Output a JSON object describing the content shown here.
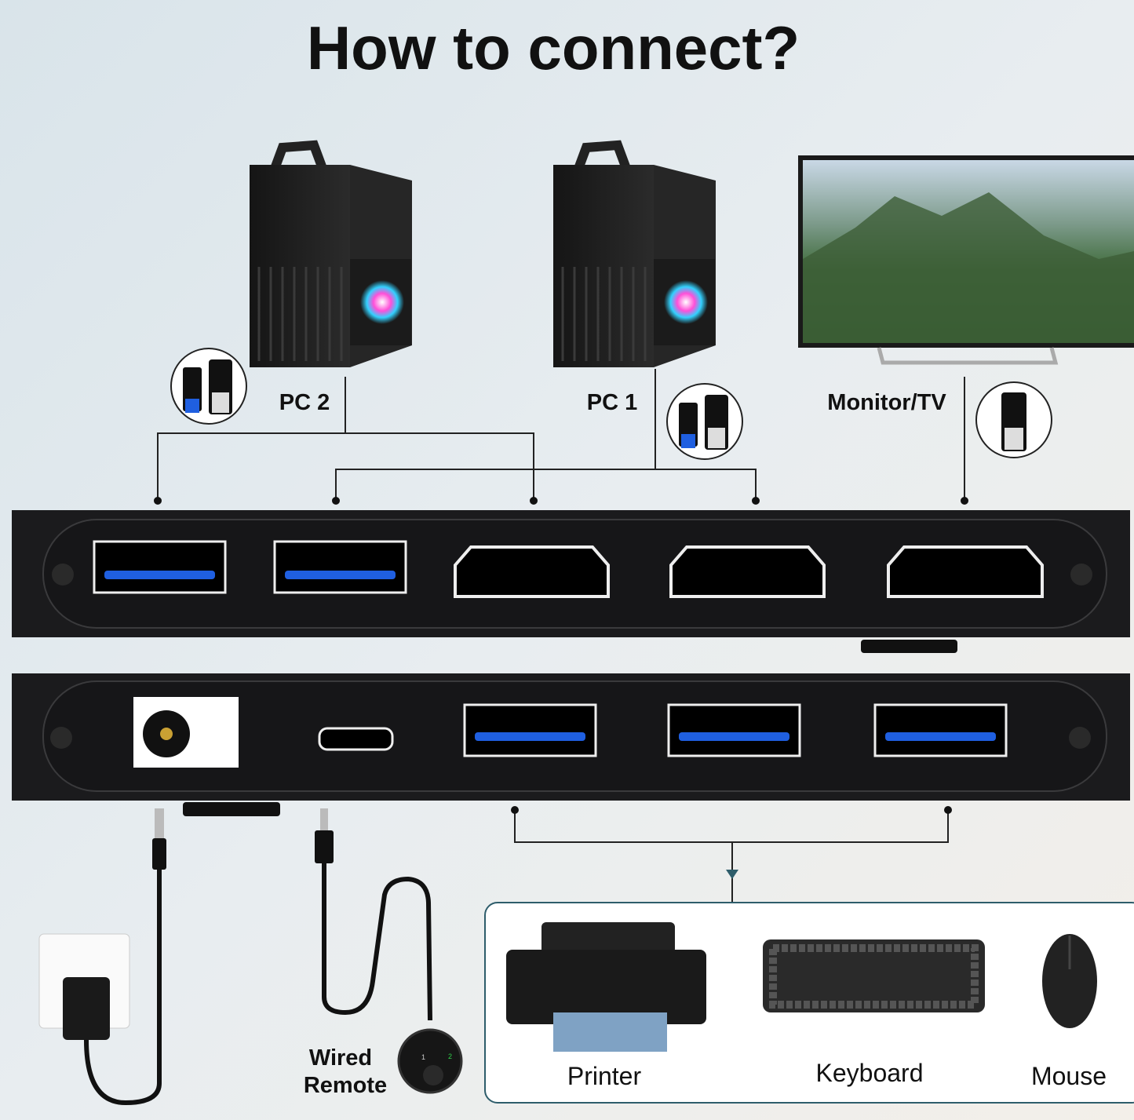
{
  "title": "How to connect?",
  "sources": {
    "pc2": "PC 2",
    "pc1": "PC 1",
    "monitor": "Monitor/TV"
  },
  "remote": {
    "label_line1": "Wired",
    "label_line2": "Remote",
    "button_1": "1",
    "button_2": "2"
  },
  "devices": {
    "printer": "Printer",
    "keyboard": "Keyboard",
    "mouse": "Mouse"
  },
  "colors": {
    "panel": "#1b1b1d",
    "usb_blue": "#1f5fe0",
    "connector_line": "#222222",
    "device_box_border": "#2e5d6b",
    "remote_led": "#2fd14a"
  }
}
